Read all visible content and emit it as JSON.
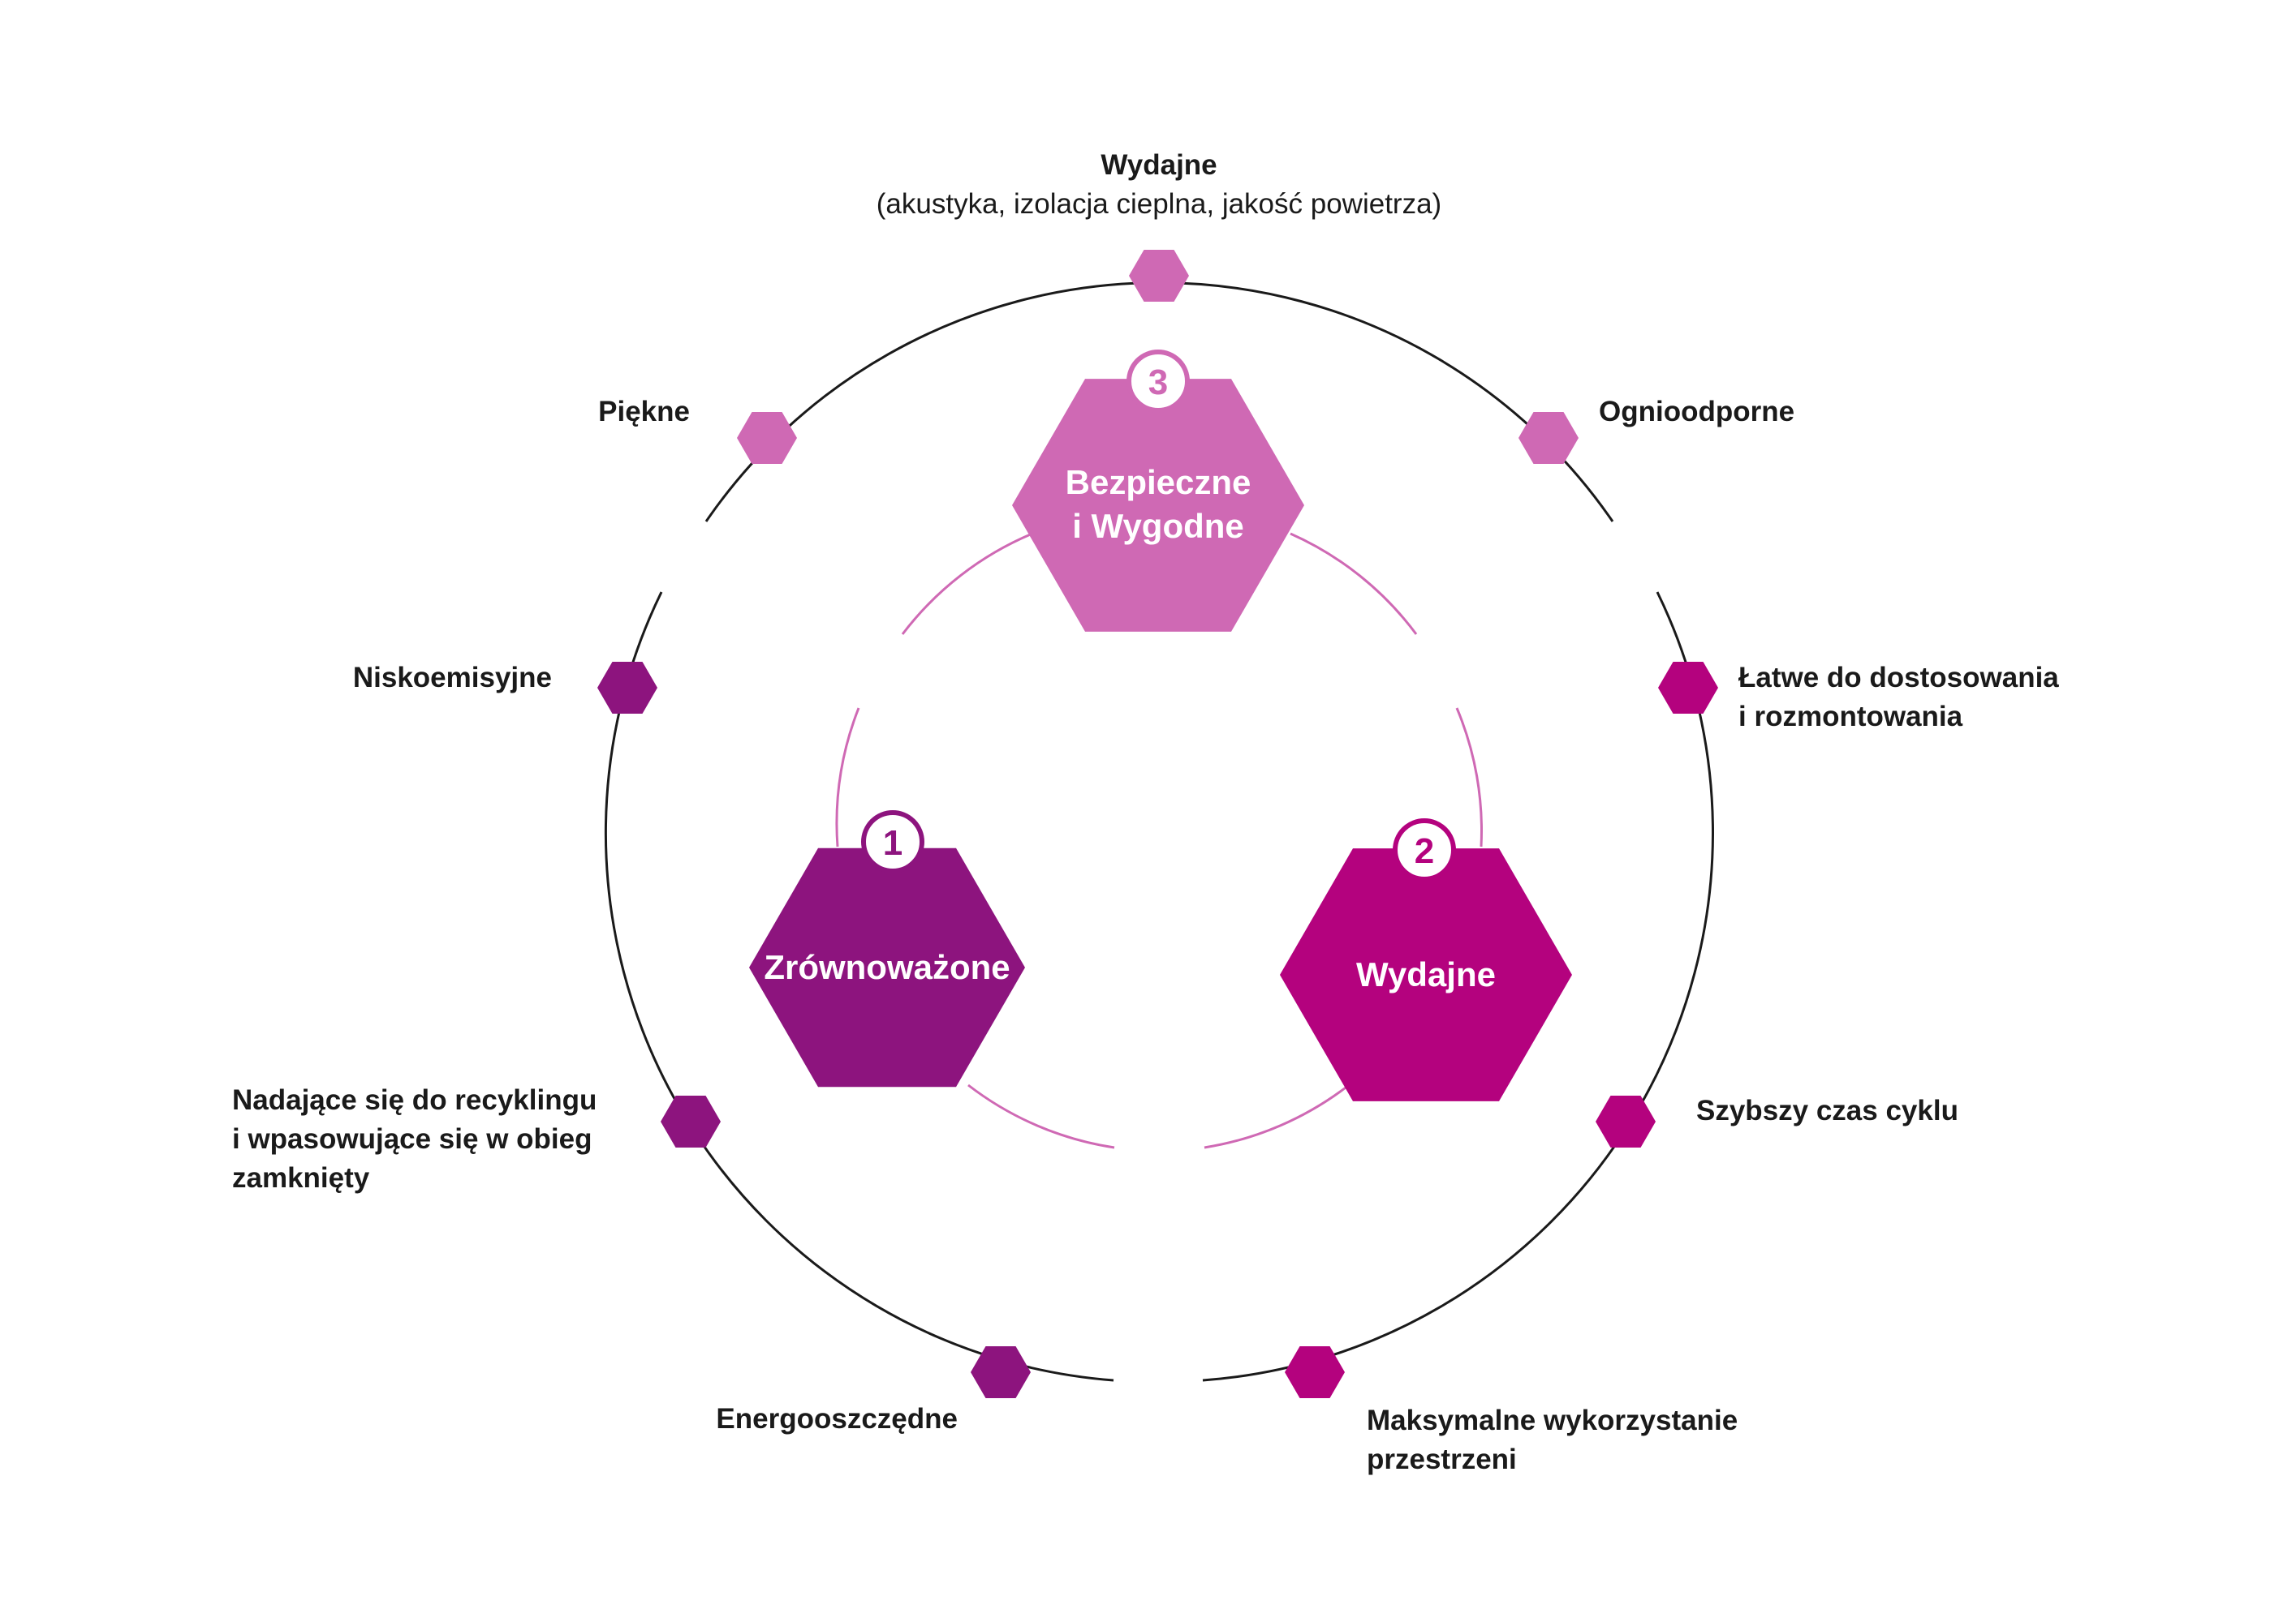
{
  "colors": {
    "sustainable": "#8d147e",
    "efficient": "#b4027e",
    "safe": "#cf69b4",
    "ring": "#1a1a1a",
    "text": "#1a1a1a"
  },
  "pillars": [
    {
      "number": "1",
      "label": "Zrównoważone",
      "color": "#8d147e"
    },
    {
      "number": "2",
      "label": "Wydajne",
      "color": "#b4027e"
    },
    {
      "number": "3",
      "label": "Bezpieczne\ni Wygodne",
      "color": "#cf69b4"
    }
  ],
  "features": {
    "top_title": "Wydajne",
    "top_subtitle": "(akustyka, izolacja cieplna, jakość powietrza)",
    "piekne": "Piękne",
    "ognioodporne": "Ognioodporne",
    "niskoemisyjne": "Niskoemisyjne",
    "latwe": "Łatwe do dostosowania\ni rozmontowania",
    "recykling": "Nadające się do recyklingu\ni wpasowujące się w obieg\nzamknięty",
    "szybszy": "Szybszy czas cyklu",
    "energo": "Energooszczędne",
    "maks": "Maksymalne wykorzystanie\nprzestrzeni"
  }
}
